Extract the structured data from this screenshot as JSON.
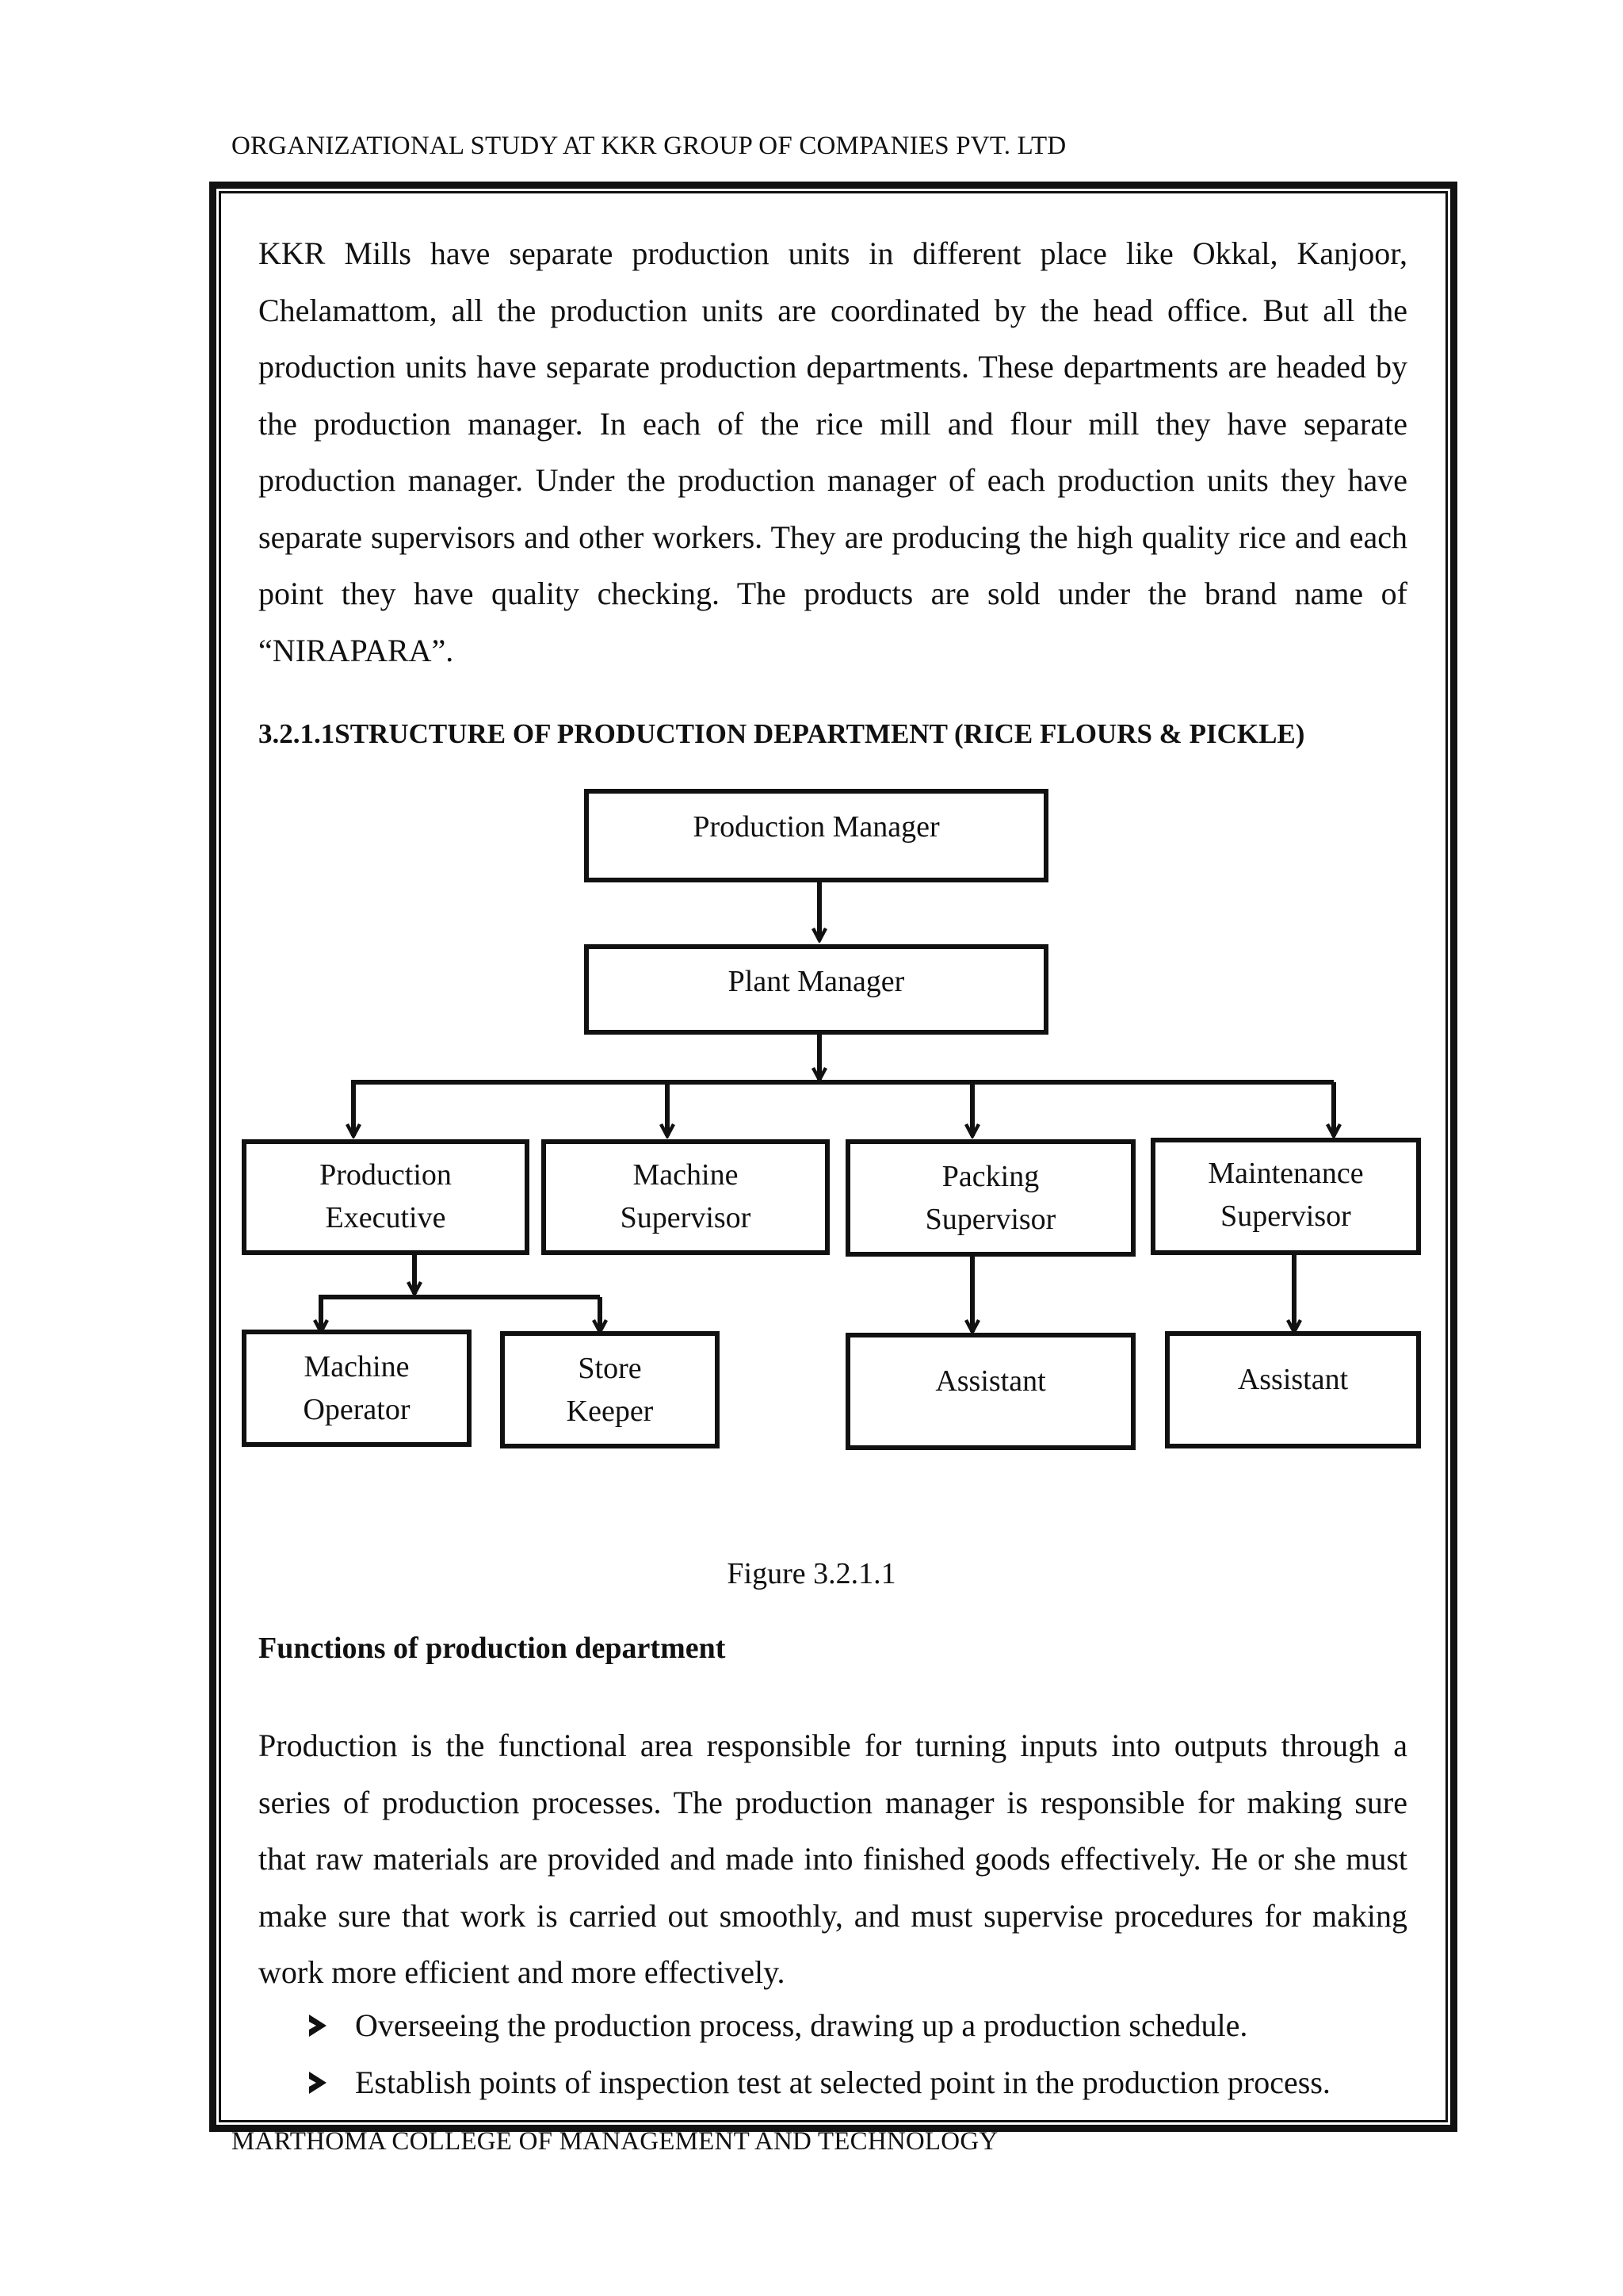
{
  "header": {
    "running_title": "ORGANIZATIONAL STUDY AT KKR GROUP OF COMPANIES PVT. LTD"
  },
  "intro": {
    "paragraph": "KKR Mills have separate production units in different place like Okkal, Kanjoor, Chelamattom, all the production units are coordinated by the head office. But all the production units have separate production departments. These departments are headed by the production manager. In each of the rice mill and flour mill they have separate production manager. Under the production manager of each production units they have separate supervisors and other workers. They are producing the high quality rice and each point they have quality checking. The products are sold under the brand name of “NIRAPARA”."
  },
  "section": {
    "heading": "3.2.1.1STRUCTURE OF PRODUCTION DEPARTMENT (RICE FLOURS & PICKLE)"
  },
  "org_chart": {
    "production_manager": "Production Manager",
    "plant_manager": "Plant Manager",
    "production_executive": "Production\nExecutive",
    "machine_supervisor": "Machine\nSupervisor",
    "packing_supervisor": "Packing\nSupervisor",
    "maintenance_supervisor": "Maintenance\nSupervisor",
    "machine_operator": "Machine\nOperator",
    "store_keeper": "Store\nKeeper",
    "packing_assistant": "Assistant",
    "maintenance_assistant": "Assistant"
  },
  "figure": {
    "caption": "Figure 3.2.1.1"
  },
  "functions": {
    "heading": "Functions of production department",
    "paragraph": "Production is the functional area responsible for turning inputs into outputs through a series of production processes. The production manager is responsible for making sure that raw materials are provided and made into finished goods effectively. He or she must make sure that work is carried out smoothly, and must supervise procedures for making work more efficient and more effectively.",
    "bullets": [
      "Overseeing the production process, drawing up a production schedule.",
      "Establish points of inspection test at selected point in the production process."
    ]
  },
  "footer": {
    "institution": "MARTHOMA COLLEGE OF MANAGEMENT AND TECHNOLOGY"
  }
}
